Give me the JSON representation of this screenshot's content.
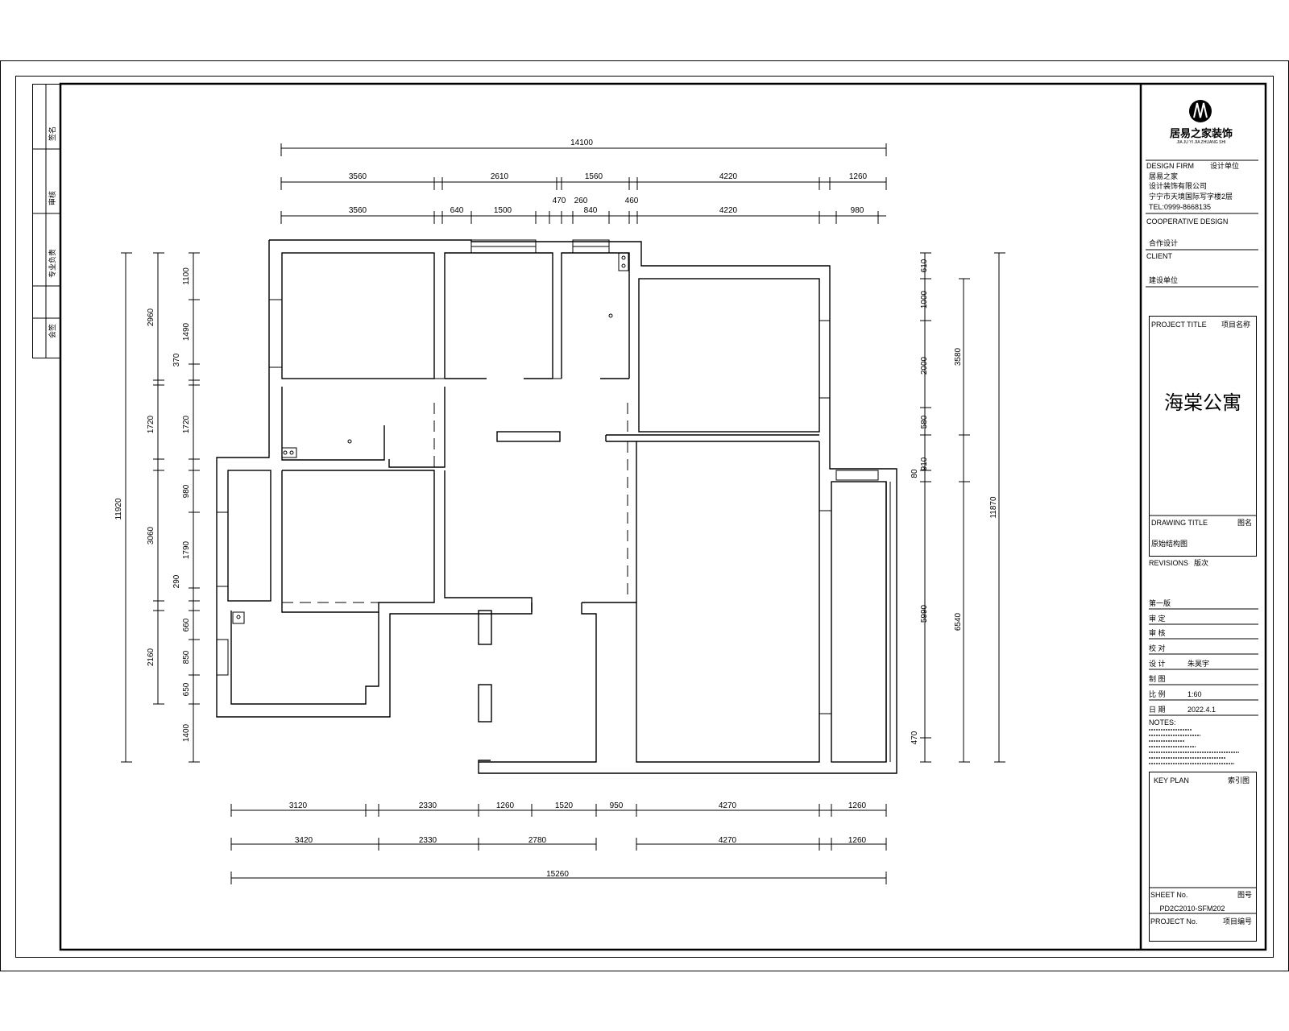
{
  "dimensions": {
    "top_overall": "14100",
    "top_row1": [
      "3560",
      "2610",
      "1560",
      "4220",
      "1260"
    ],
    "top_row2": [
      "3560",
      "640",
      "1500",
      "470",
      "260",
      "840",
      "460",
      "4220",
      "980"
    ],
    "left_overall": "11920",
    "left_row1": [
      "2960",
      "1720",
      "3060",
      "2160"
    ],
    "left_row2": [
      "1100",
      "1490",
      "370",
      "1720",
      "980",
      "1790",
      "290",
      "660",
      "850",
      "650",
      "1400"
    ],
    "right_row1": [
      "610",
      "1000",
      "2000",
      "580",
      "80",
      "910",
      "5990",
      "470"
    ],
    "right_row2": [
      "3580",
      "6540"
    ],
    "right_overall": "11870",
    "bottom_row1": [
      "3120",
      "2330",
      "1260",
      "1520",
      "950",
      "4270",
      "1260"
    ],
    "bottom_row2": [
      "3420",
      "2330",
      "2780",
      "4270",
      "1260"
    ],
    "bottom_overall": "15260"
  },
  "left_strip": {
    "cells": [
      "签名",
      "审核",
      "专业负责",
      "会签"
    ]
  },
  "title_block": {
    "company_logo_text": "居易之家装饰",
    "company_logo_sub": "JIA JU YI JIA ZHUANG SHI",
    "design_firm_label": "DESIGN FIRM",
    "design_firm_label_cn": "设计单位",
    "firm_line1": "居易之家",
    "firm_line2": "设计装饰有限公司",
    "firm_line3": "宁宁市天境国际写字楼2层",
    "firm_tel": "TEL:0999-8668135",
    "cooperative_label": "COOPERATIVE DESIGN",
    "cooperative_label_cn": "合作设计",
    "client_label": "CLIENT",
    "client_label_cn": "建设单位",
    "project_title_label": "PROJECT TITLE",
    "project_title_label_cn": "项目名称",
    "project_name": "海棠公寓",
    "drawing_title_label": "DRAWING TITLE",
    "drawing_title_label_cn": "图名",
    "drawing_name": "原始结构图",
    "revisions_label": "REVISIONS",
    "revisions_label_cn": "版次",
    "edition": "第一版",
    "approve_label": "审 定",
    "review_label": "审 核",
    "check_label": "校 对",
    "design_label": "设 计",
    "designer": "朱昊宇",
    "draw_label": "制 图",
    "scale_label": "比 例",
    "scale": "1:60",
    "date_label": "日 期",
    "date": "2022.4.1",
    "notes_label": "NOTES:",
    "key_plan_label": "KEY PLAN",
    "key_plan_label_cn": "索引图",
    "sheet_no_label": "SHEET No.",
    "sheet_no_label_cn": "图号",
    "sheet_no": "PD2C2010-SFM202",
    "project_no_label": "PROJECT No.",
    "project_no_label_cn": "项目编号"
  }
}
